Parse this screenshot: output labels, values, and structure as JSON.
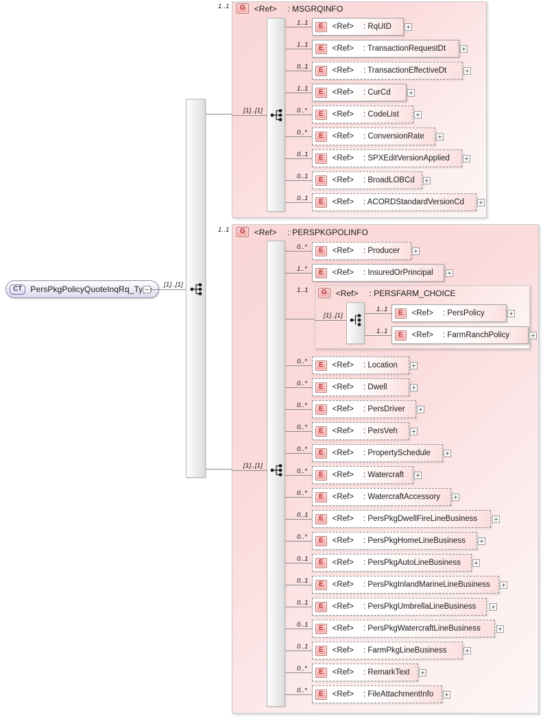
{
  "diagram": {
    "title": "PersPkgPolicyQuoteInqRq_Type",
    "root": {
      "badge": "CT",
      "name": "PersPkgPolicyQuoteInqRq_Type",
      "cardinality": "[1]..[1]"
    },
    "ref_label": "<Ref>",
    "colors": {
      "group_fill": "#fbd7d7",
      "element_badge": "#f3a5a5",
      "accent_border": "#b9736f",
      "line": "#8a8a8a"
    },
    "groups": [
      {
        "badge": "G",
        "ref": "<Ref>",
        "name": ": MSGRQINFO",
        "cardinality": "1..1",
        "inner_cardinality": "[1]..[1]",
        "connector": "sequence",
        "items": [
          {
            "badge": "E",
            "ref": "<Ref>",
            "name": ": RqUID",
            "cardinality": "1..1",
            "optional": false,
            "expander": "plus"
          },
          {
            "badge": "E",
            "ref": "<Ref>",
            "name": ": TransactionRequestDt",
            "cardinality": "1..1",
            "optional": false,
            "expander": "plus"
          },
          {
            "badge": "E",
            "ref": "<Ref>",
            "name": ": TransactionEffectiveDt",
            "cardinality": "0..1",
            "optional": true,
            "expander": "plus"
          },
          {
            "badge": "E",
            "ref": "<Ref>",
            "name": ": CurCd",
            "cardinality": "1..1",
            "optional": false,
            "expander": "plus"
          },
          {
            "badge": "E",
            "ref": "<Ref>",
            "name": ": CodeList",
            "cardinality": "0..*",
            "optional": true,
            "expander": "plus"
          },
          {
            "badge": "E",
            "ref": "<Ref>",
            "name": ": ConversionRate",
            "cardinality": "0..*",
            "optional": true,
            "expander": "plus"
          },
          {
            "badge": "E",
            "ref": "<Ref>",
            "name": ": SPXEditVersionApplied",
            "cardinality": "0..1",
            "optional": true,
            "expander": "plus"
          },
          {
            "badge": "E",
            "ref": "<Ref>",
            "name": ": BroadLOBCd",
            "cardinality": "0..1",
            "optional": true,
            "expander": "plus"
          },
          {
            "badge": "E",
            "ref": "<Ref>",
            "name": ": ACORDStandardVersionCd",
            "cardinality": "0..1",
            "optional": true,
            "expander": "plus"
          }
        ]
      },
      {
        "badge": "G",
        "ref": "<Ref>",
        "name": ": PERSPKGPOLINFO",
        "cardinality": "1..1",
        "inner_cardinality": "[1]..[1]",
        "connector": "sequence",
        "items": [
          {
            "badge": "E",
            "ref": "<Ref>",
            "name": ": Producer",
            "cardinality": "0..*",
            "optional": true,
            "expander": "plus"
          },
          {
            "badge": "E",
            "ref": "<Ref>",
            "name": ": InsuredOrPrincipal",
            "cardinality": "1..*",
            "optional": false,
            "expander": "plus"
          },
          {
            "badge": "G",
            "ref": "<Ref>",
            "name": ": PERSFARM_CHOICE",
            "cardinality": "1..1",
            "optional": false,
            "nested": true,
            "inner_cardinality": "[1]..[1]",
            "connector": "choice",
            "items": [
              {
                "badge": "E",
                "ref": "<Ref>",
                "name": ": PersPolicy",
                "cardinality": "1..1",
                "optional": false,
                "expander": "plus"
              },
              {
                "badge": "E",
                "ref": "<Ref>",
                "name": ": FarmRanchPolicy",
                "cardinality": "1..1",
                "optional": false,
                "expander": "plus"
              }
            ]
          },
          {
            "badge": "E",
            "ref": "<Ref>",
            "name": ": Location",
            "cardinality": "0..*",
            "optional": true,
            "expander": "plus"
          },
          {
            "badge": "E",
            "ref": "<Ref>",
            "name": ": Dwell",
            "cardinality": "0..*",
            "optional": true,
            "expander": "plus"
          },
          {
            "badge": "E",
            "ref": "<Ref>",
            "name": ": PersDriver",
            "cardinality": "0..*",
            "optional": true,
            "expander": "plus"
          },
          {
            "badge": "E",
            "ref": "<Ref>",
            "name": ": PersVeh",
            "cardinality": "0..*",
            "optional": true,
            "expander": "plus"
          },
          {
            "badge": "E",
            "ref": "<Ref>",
            "name": ": PropertySchedule",
            "cardinality": "0..*",
            "optional": true,
            "expander": "plus"
          },
          {
            "badge": "E",
            "ref": "<Ref>",
            "name": ": Watercraft",
            "cardinality": "0..*",
            "optional": true,
            "expander": "plus"
          },
          {
            "badge": "E",
            "ref": "<Ref>",
            "name": ": WatercraftAccessory",
            "cardinality": "0..*",
            "optional": true,
            "expander": "plus"
          },
          {
            "badge": "E",
            "ref": "<Ref>",
            "name": ": PersPkgDwellFireLineBusiness",
            "cardinality": "0..1",
            "optional": true,
            "expander": "plus"
          },
          {
            "badge": "E",
            "ref": "<Ref>",
            "name": ": PersPkgHomeLineBusiness",
            "cardinality": "0..*",
            "optional": true,
            "expander": "plus"
          },
          {
            "badge": "E",
            "ref": "<Ref>",
            "name": ": PersPkgAutoLineBusiness",
            "cardinality": "0..1",
            "optional": true,
            "expander": "plus"
          },
          {
            "badge": "E",
            "ref": "<Ref>",
            "name": ": PersPkgInlandMarineLineBusiness",
            "cardinality": "0..1",
            "optional": true,
            "expander": "plus"
          },
          {
            "badge": "E",
            "ref": "<Ref>",
            "name": ": PersPkgUmbrellaLineBusiness",
            "cardinality": "0..1",
            "optional": true,
            "expander": "plus"
          },
          {
            "badge": "E",
            "ref": "<Ref>",
            "name": ": PersPkgWatercraftLineBusiness",
            "cardinality": "0..1",
            "optional": true,
            "expander": "plus"
          },
          {
            "badge": "E",
            "ref": "<Ref>",
            "name": ": FarmPkgLineBusiness",
            "cardinality": "0..1",
            "optional": true,
            "expander": "plus"
          },
          {
            "badge": "E",
            "ref": "<Ref>",
            "name": ": RemarkText",
            "cardinality": "0..*",
            "optional": true,
            "expander": "plus"
          },
          {
            "badge": "E",
            "ref": "<Ref>",
            "name": ": FileAttachmentInfo",
            "cardinality": "0..*",
            "optional": true,
            "expander": "plus"
          }
        ]
      }
    ]
  }
}
